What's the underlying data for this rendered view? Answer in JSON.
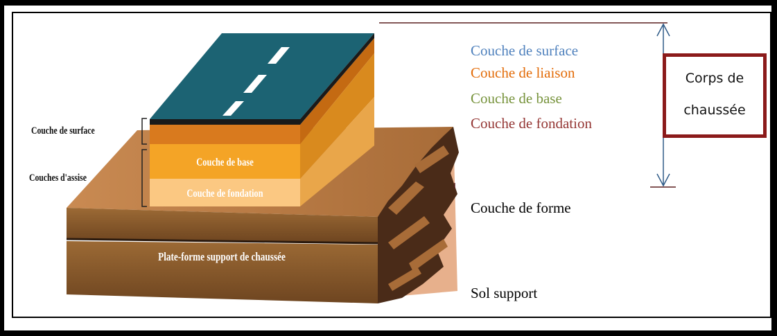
{
  "left_labels": {
    "surface": "Couche de surface",
    "assise": "Couches d'assise"
  },
  "block_labels": {
    "base": "Couche de base",
    "fondation": "Couche de fondation",
    "plateforme": "Plate-forme support de chaussée"
  },
  "legend": [
    {
      "text": "Couche de surface",
      "color": "#4f81bd"
    },
    {
      "text": "Couche de liaison",
      "color": "#e36c09"
    },
    {
      "text": "Couche de base",
      "color": "#77933c"
    },
    {
      "text": "Couche de fondation",
      "color": "#943634"
    }
  ],
  "corps": {
    "line1": "Corps de",
    "line2": "chaussée",
    "border_color": "#8b1a1a"
  },
  "lower_labels": {
    "forme": "Couche de forme",
    "sol": "Sol support"
  },
  "colors": {
    "road_top": "#1c6373",
    "surface_layer": "#d97a1e",
    "base_layer": "#f4a426",
    "fondation_layer": "#fbc882",
    "earth": "#8b5a2b",
    "dark_earth": "#3b2316",
    "arrow": "#2e5a87"
  }
}
